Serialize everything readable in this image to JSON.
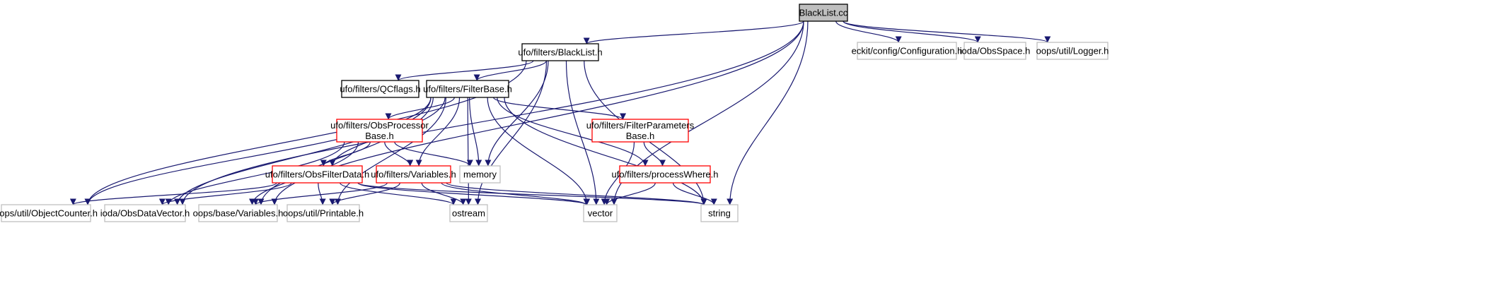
{
  "graph": {
    "edge_color": "#191970",
    "node_styles": {
      "root": {
        "fill": "#bfbfbf",
        "stroke": "#000000"
      },
      "documented": {
        "fill": "#ffffff",
        "stroke": "#000000"
      },
      "truncated": {
        "fill": "#ffffff",
        "stroke": "#ff0000"
      },
      "external": {
        "fill": "#ffffff",
        "stroke": "#bfbfbf"
      }
    },
    "nodes": [
      {
        "id": "blacklist_cc",
        "label": [
          "BlackList.cc"
        ],
        "style": "root"
      },
      {
        "id": "blacklist_h",
        "label": [
          "ufo/filters/BlackList.h"
        ],
        "style": "documented"
      },
      {
        "id": "configuration_h",
        "label": [
          "eckit/config/Configuration.h"
        ],
        "style": "external"
      },
      {
        "id": "obsspace_h",
        "label": [
          "ioda/ObsSpace.h"
        ],
        "style": "external"
      },
      {
        "id": "logger_h",
        "label": [
          "oops/util/Logger.h"
        ],
        "style": "external"
      },
      {
        "id": "qcflags_h",
        "label": [
          "ufo/filters/QCflags.h"
        ],
        "style": "documented"
      },
      {
        "id": "filterbase_h",
        "label": [
          "ufo/filters/FilterBase.h"
        ],
        "style": "documented"
      },
      {
        "id": "obsprocessorbase_h",
        "label": [
          "ufo/filters/ObsProcessor",
          "Base.h"
        ],
        "style": "truncated"
      },
      {
        "id": "filterparametersbase_h",
        "label": [
          "ufo/filters/FilterParameters",
          "Base.h"
        ],
        "style": "truncated"
      },
      {
        "id": "memory",
        "label": [
          "memory"
        ],
        "style": "external"
      },
      {
        "id": "obsfilterdata_h",
        "label": [
          "ufo/filters/ObsFilterData.h"
        ],
        "style": "truncated"
      },
      {
        "id": "variables_ufo_h",
        "label": [
          "ufo/filters/Variables.h"
        ],
        "style": "truncated"
      },
      {
        "id": "processwhere_h",
        "label": [
          "ufo/filters/processWhere.h"
        ],
        "style": "truncated"
      },
      {
        "id": "objectcounter_h",
        "label": [
          "oops/util/ObjectCounter.h"
        ],
        "style": "external"
      },
      {
        "id": "obsdatavector_h",
        "label": [
          "ioda/ObsDataVector.h"
        ],
        "style": "external"
      },
      {
        "id": "variables_oops_h",
        "label": [
          "oops/base/Variables.h"
        ],
        "style": "external"
      },
      {
        "id": "printable_h",
        "label": [
          "oops/util/Printable.h"
        ],
        "style": "external"
      },
      {
        "id": "ostream",
        "label": [
          "ostream"
        ],
        "style": "external"
      },
      {
        "id": "vector",
        "label": [
          "vector"
        ],
        "style": "external"
      },
      {
        "id": "string",
        "label": [
          "string"
        ],
        "style": "external"
      }
    ],
    "edges": [
      [
        "blacklist_cc",
        "blacklist_h"
      ],
      [
        "blacklist_cc",
        "configuration_h"
      ],
      [
        "blacklist_cc",
        "obsspace_h"
      ],
      [
        "blacklist_cc",
        "logger_h"
      ],
      [
        "blacklist_cc",
        "obsdatavector_h"
      ],
      [
        "blacklist_cc",
        "variables_oops_h"
      ],
      [
        "blacklist_cc",
        "vector"
      ],
      [
        "blacklist_cc",
        "string"
      ],
      [
        "blacklist_h",
        "qcflags_h"
      ],
      [
        "blacklist_h",
        "filterbase_h"
      ],
      [
        "blacklist_h",
        "objectcounter_h"
      ],
      [
        "blacklist_h",
        "memory"
      ],
      [
        "blacklist_h",
        "ostream"
      ],
      [
        "blacklist_h",
        "vector"
      ],
      [
        "blacklist_h",
        "string"
      ],
      [
        "filterbase_h",
        "obsprocessorbase_h"
      ],
      [
        "filterbase_h",
        "filterparametersbase_h"
      ],
      [
        "filterbase_h",
        "obsfilterdata_h"
      ],
      [
        "filterbase_h",
        "variables_ufo_h"
      ],
      [
        "filterbase_h",
        "memory"
      ],
      [
        "filterbase_h",
        "processwhere_h"
      ],
      [
        "filterbase_h",
        "objectcounter_h"
      ],
      [
        "filterbase_h",
        "obsdatavector_h"
      ],
      [
        "filterbase_h",
        "variables_oops_h"
      ],
      [
        "filterbase_h",
        "printable_h"
      ],
      [
        "filterbase_h",
        "ostream"
      ],
      [
        "filterbase_h",
        "vector"
      ],
      [
        "filterbase_h",
        "string"
      ],
      [
        "obsprocessorbase_h",
        "obsfilterdata_h"
      ],
      [
        "obsprocessorbase_h",
        "variables_ufo_h"
      ],
      [
        "obsprocessorbase_h",
        "memory"
      ],
      [
        "obsprocessorbase_h",
        "obsdatavector_h"
      ],
      [
        "obsprocessorbase_h",
        "variables_oops_h"
      ],
      [
        "filterparametersbase_h",
        "processwhere_h"
      ],
      [
        "filterparametersbase_h",
        "vector"
      ],
      [
        "obsfilterdata_h",
        "objectcounter_h"
      ],
      [
        "obsfilterdata_h",
        "obsdatavector_h"
      ],
      [
        "obsfilterdata_h",
        "printable_h"
      ],
      [
        "obsfilterdata_h",
        "ostream"
      ],
      [
        "obsfilterdata_h",
        "vector"
      ],
      [
        "obsfilterdata_h",
        "string"
      ],
      [
        "variables_ufo_h",
        "variables_oops_h"
      ],
      [
        "variables_ufo_h",
        "printable_h"
      ],
      [
        "variables_ufo_h",
        "ostream"
      ],
      [
        "variables_ufo_h",
        "vector"
      ],
      [
        "variables_ufo_h",
        "string"
      ],
      [
        "processwhere_h",
        "vector"
      ],
      [
        "processwhere_h",
        "string"
      ]
    ]
  }
}
